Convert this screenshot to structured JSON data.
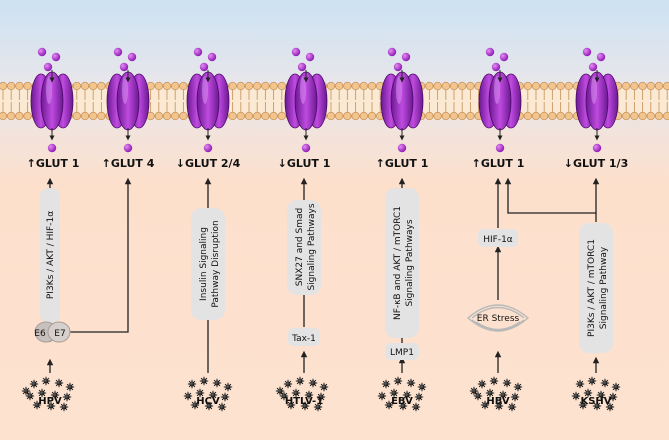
{
  "colors": {
    "background_top": "#cfe3f4",
    "background_bottom": "#fde0cc",
    "transporter": "#9b2fc2",
    "transporter_dark": "#5a0f7a",
    "glucose": "#a127c6",
    "lipid_head": "#f1c28e",
    "pathway_box": "#e3e3e3",
    "line": "#222222"
  },
  "glut_labels": [
    {
      "arrow": "↑",
      "text": "GLUT 1"
    },
    {
      "arrow": "↑",
      "text": "GLUT 4"
    },
    {
      "arrow": "↓",
      "text": "GLUT 2/4"
    },
    {
      "arrow": "↓",
      "text": "GLUT 1"
    },
    {
      "arrow": "↑",
      "text": "GLUT 1"
    },
    {
      "arrow": "↑",
      "text": "GLUT 1"
    },
    {
      "arrow": "↓",
      "text": "GLUT 1/3"
    }
  ],
  "pathways": {
    "hpv": "PI3Ks / AKT / HIF-1α",
    "hcv": [
      "Insulin Signaling",
      "Pathway Disruption"
    ],
    "htlv": [
      "SNX27 and Smad",
      "Signaling Pathways"
    ],
    "ebv": [
      "NF-κB and AKT / mTORC1",
      "Signaling Pathways"
    ],
    "kshv": [
      "PI3Ks / AKT / mTORC1",
      "Signaling Pathway"
    ]
  },
  "intermediates": {
    "e6": "E6",
    "e7": "E7",
    "tax1": "Tax-1",
    "lmp1": "LMP1",
    "hif1a": "HIF-1α",
    "er_stress": "ER Stress"
  },
  "viruses": [
    "HPV",
    "HCV",
    "HTLV-1",
    "EBV",
    "HBV",
    "KSHV"
  ]
}
